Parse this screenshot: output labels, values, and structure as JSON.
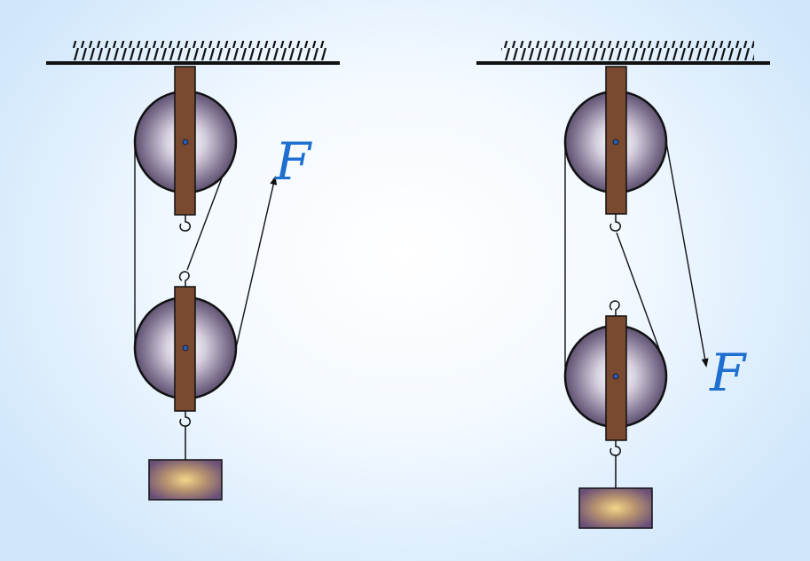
{
  "diagram": {
    "systems": [
      {
        "id": "left",
        "force_label": "F"
      },
      {
        "id": "right",
        "force_label": "F"
      }
    ],
    "colors": {
      "force_label": "#1e6fd0",
      "frame": "#7a4a30",
      "rope": "#111111",
      "ceiling": "#111111"
    }
  }
}
